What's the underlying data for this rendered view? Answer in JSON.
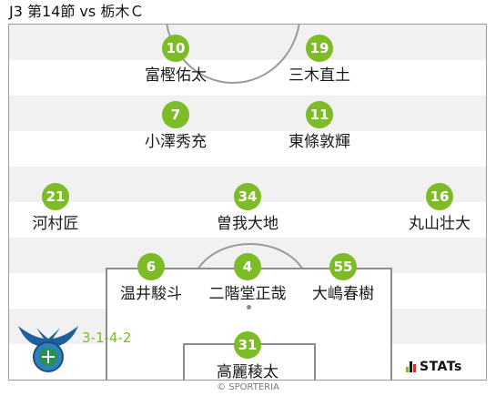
{
  "match": {
    "title": "J3 第14節 vs 栃木Ｃ"
  },
  "formation": "3-1-4-2",
  "players": [
    {
      "id": "gk",
      "number": "31",
      "name": "高麗稜太"
    },
    {
      "id": "df-left",
      "number": "6",
      "name": "温井駿斗"
    },
    {
      "id": "df-center",
      "number": "4",
      "name": "二階堂正哉"
    },
    {
      "id": "df-right",
      "number": "55",
      "name": "大嶋春樹"
    },
    {
      "id": "mf-left",
      "number": "21",
      "name": "河村匠"
    },
    {
      "id": "mf-center",
      "number": "34",
      "name": "曽我大地"
    },
    {
      "id": "mf-right",
      "number": "16",
      "name": "丸山壮大"
    },
    {
      "id": "am-left",
      "number": "7",
      "name": "小澤秀充"
    },
    {
      "id": "am-right",
      "number": "11",
      "name": "東條敦輝"
    },
    {
      "id": "fw-left",
      "number": "10",
      "name": "富樫佑太"
    },
    {
      "id": "fw-right",
      "number": "19",
      "name": "三木直土"
    }
  ],
  "branding": {
    "stats": "STATs",
    "credit": "© SPORTERIA"
  },
  "colors": {
    "badge": "#7dbb27",
    "pitch_line": "#8c8c8c",
    "stripe": "#f1f1f1"
  }
}
